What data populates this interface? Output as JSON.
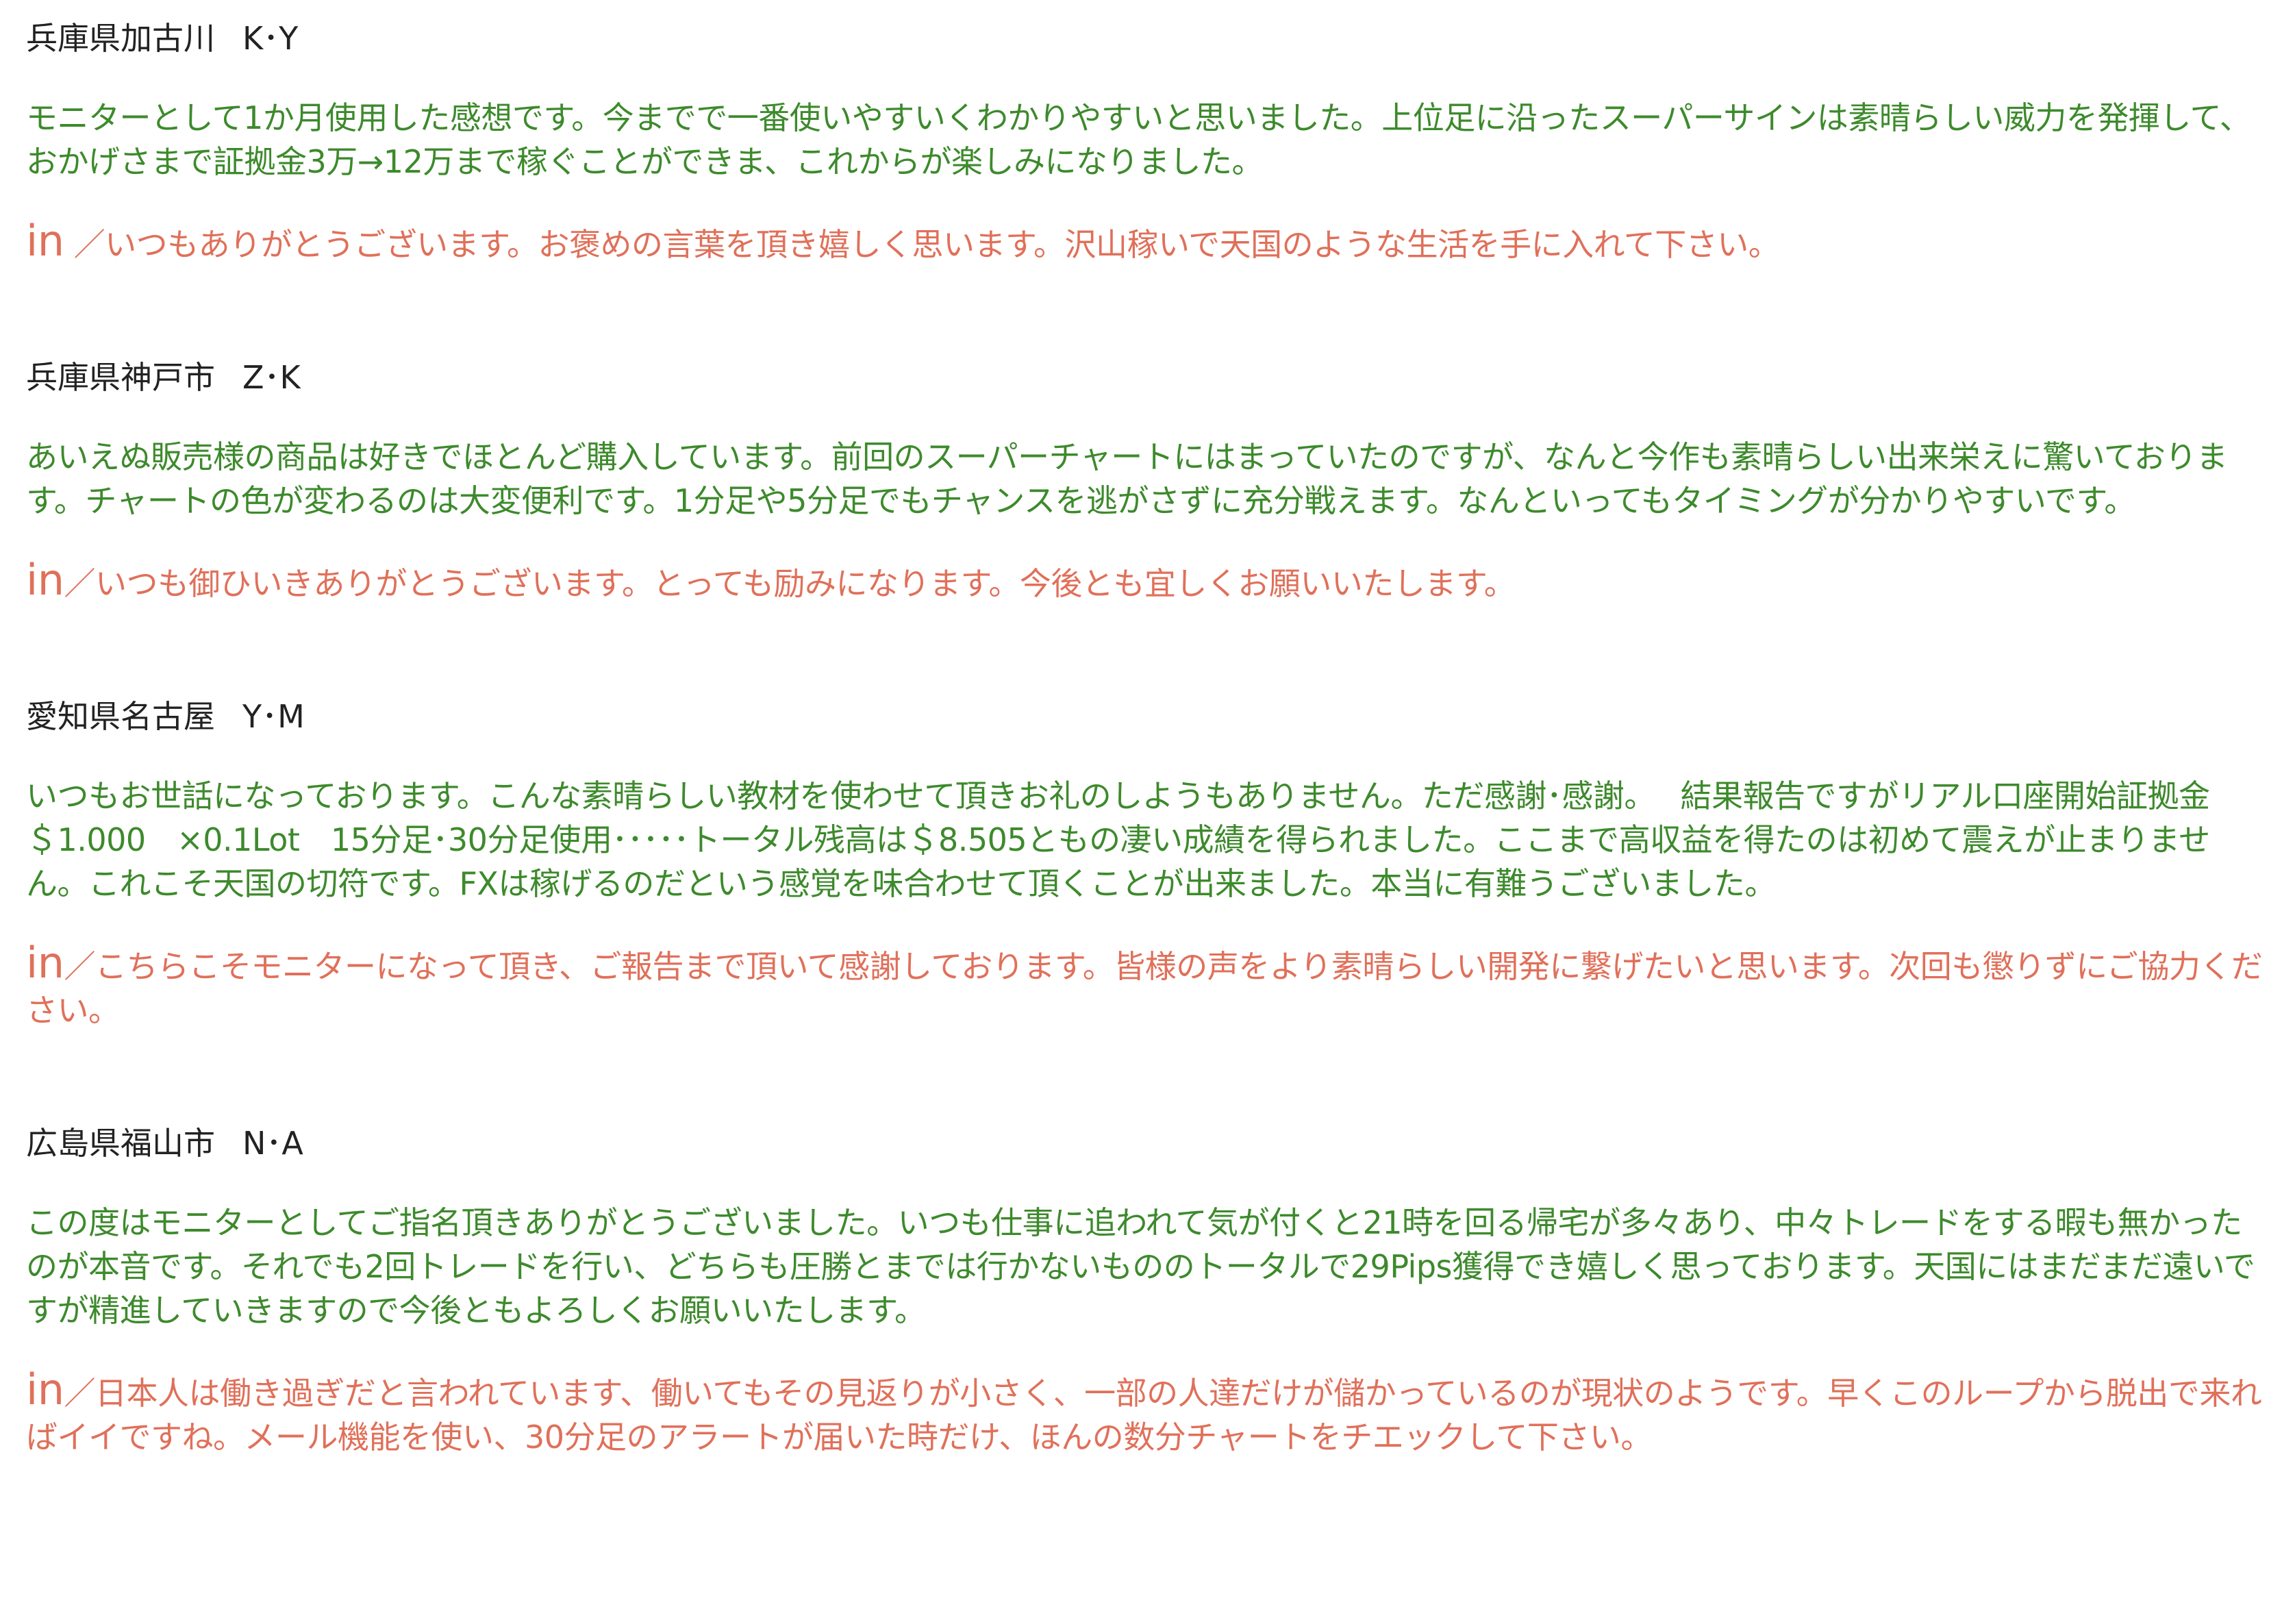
{
  "testimonials": [
    {
      "location": "兵庫県加古川",
      "initials": "K･Y",
      "comment": "モニターとして1か月使用した感想です。今までで一番使いやすいくわかりやすいと思いました。上位足に沿ったスーパーサインは素晴らしい威力を発揮して、おかげさまで証拠金3万→12万まで稼ぐことができま、これからが楽しみになりました。",
      "reply_label": "in",
      "reply": " ／いつもありがとうございます。お褒めの言葉を頂き嬉しく思います。沢山稼いで天国のような生活を手に入れて下さい。"
    },
    {
      "location": "兵庫県神戸市",
      "initials": "Z･K",
      "comment": "あいえぬ販売様の商品は好きでほとんど購入しています。前回のスーパーチャートにはまっていたのですが、なんと今作も素晴らしい出来栄えに驚いております。チャートの色が変わるのは大変便利です。1分足や5分足でもチャンスを逃がさずに充分戦えます。なんといってもタイミングが分かりやすいです。",
      "reply_label": "in",
      "reply": "／いつも御ひいきありがとうございます。とっても励みになります。今後とも宜しくお願いいたします。"
    },
    {
      "location": "愛知県名古屋",
      "initials": "Y･M",
      "comment": "いつもお世話になっております。こんな素晴らしい教材を使わせて頂きお礼のしようもありません。ただ感謝･感謝。　 結果報告ですがリアル口座開始証拠金＄1.000　×0.1Lot　15分足･30分足使用･････トータル残高は＄8.505ともの凄い成績を得られました。ここまで高収益を得たのは初めて震えが止まりません。これこそ天国の切符です。FXは稼げるのだという感覚を味合わせて頂くことが出来ました。本当に有難うございました。",
      "reply_label": "in",
      "reply": "／こちらこそモニターになって頂き、ご報告まで頂いて感謝しております。皆様の声をより素晴らしい開発に繋げたいと思います。次回も懲りずにご協力ください。"
    },
    {
      "location": "広島県福山市",
      "initials": "N･A",
      "comment": "この度はモニターとしてご指名頂きありがとうございました。いつも仕事に追われて気が付くと21時を回る帰宅が多々あり、中々トレードをする暇も無かったのが本音です。それでも2回トレードを行い、どちらも圧勝とまでは行かないもののトータルで29Pips獲得でき嬉しく思っております。天国にはまだまだ遠いですが精進していきますので今後ともよろしくお願いいたします。",
      "reply_label": "in",
      "reply": "／日本人は働き過ぎだと言われています、働いてもその見返りが小さく、一部の人達だけが儲かっているのが現状のようです。早くこのループから脱出で来ればイイですね。メール機能を使い、30分足のアラートが届いた時だけ、ほんの数分チャートをチエックして下さい。"
    }
  ],
  "colors": {
    "header": "#222222",
    "comment": "#3d8a2c",
    "reply": "#e0705a",
    "background": "#ffffff"
  }
}
